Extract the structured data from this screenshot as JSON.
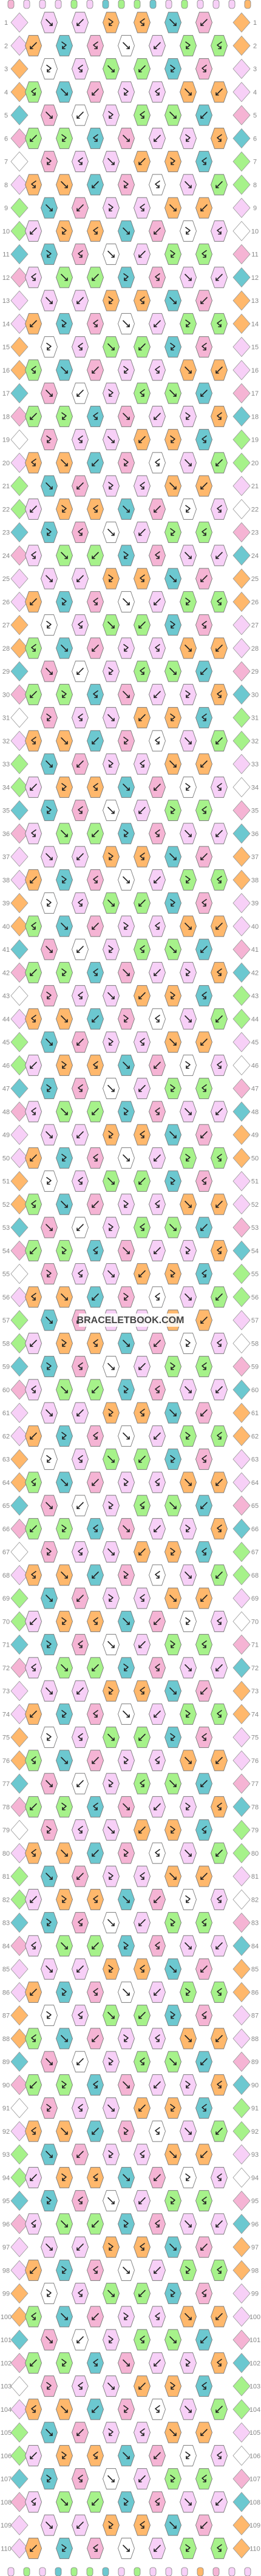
{
  "watermark": "BRACELETBOOK.COM",
  "row_count": 110,
  "string_count": 16,
  "colors": {
    "a": "#f7d0f7",
    "b": "#f5b4d4",
    "c": "#a6f28a",
    "d": "#ffb86c",
    "e": "#6cc8d0",
    "f": "#ffffff"
  },
  "string_colors": [
    "b",
    "a",
    "a",
    "a",
    "c",
    "a",
    "e",
    "c",
    "c",
    "e",
    "a",
    "c",
    "a",
    "a",
    "a",
    "d"
  ],
  "knot_palette_order": [
    "a",
    "b",
    "e",
    "d",
    "c",
    "a",
    "f",
    "b",
    "e",
    "c",
    "d",
    "a"
  ],
  "arrow_icons": {
    "forward": "arrow-down-right-icon",
    "backward": "arrow-down-left-icon",
    "forward_backward": "arrow-right-then-left-icon",
    "backward_forward": "arrow-left-then-right-icon"
  }
}
